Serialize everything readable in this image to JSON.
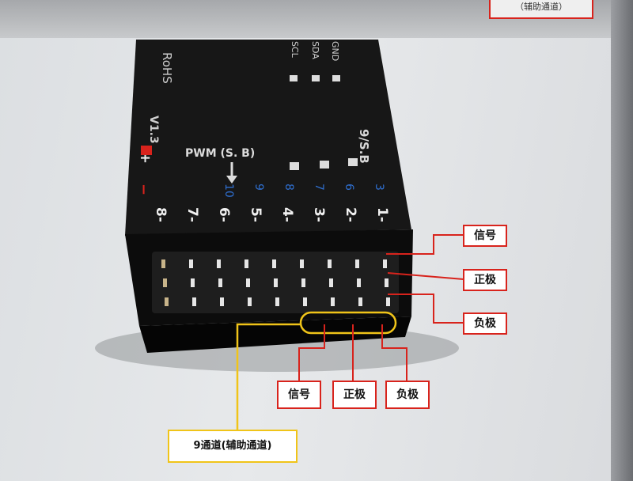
{
  "top_label": "（辅助通道）",
  "device": {
    "rohs_text": "RoHS",
    "version_text": "V1.3",
    "pwm_label": "PWM (S. B)",
    "pin_labels_top": [
      "GND",
      "SDA",
      "SCL"
    ],
    "sb_label": "9/S.B",
    "channel_numbers": [
      "1",
      "2",
      "3",
      "4",
      "5",
      "6",
      "7",
      "8"
    ],
    "blue_numbers": [
      "3",
      "6",
      "7",
      "8",
      "9",
      "10"
    ],
    "polarity_symbols": [
      "+",
      "−"
    ]
  },
  "annotations": {
    "right": [
      "信号",
      "正极",
      "负极"
    ],
    "bottom": [
      "信号",
      "正极",
      "负极"
    ],
    "aux_channel": "9通道(辅助通道)"
  },
  "colors": {
    "annotation_red": "#d8231c",
    "annotation_yellow": "#f0c419",
    "device_body": "#141414"
  }
}
